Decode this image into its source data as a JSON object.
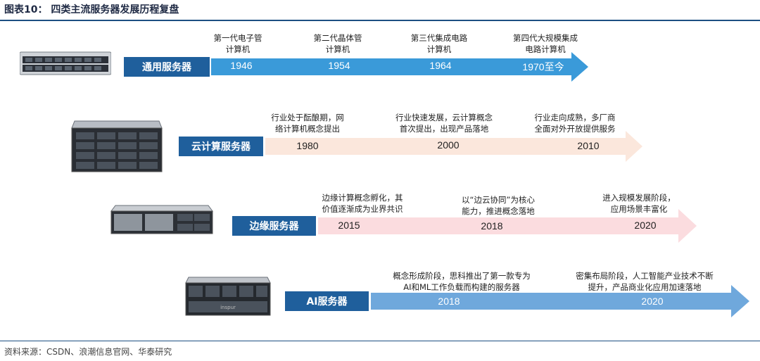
{
  "title": "图表10：  四类主流服务器发展历程复盘",
  "source": "资料来源：CSDN、浪潮信息官网、华泰研究",
  "rows": [
    {
      "label": "通用服务器",
      "events": [
        {
          "year": "1946",
          "desc_line1": "第一代电子管",
          "desc_line2": "计算机"
        },
        {
          "year": "1954",
          "desc_line1": "第二代晶体管",
          "desc_line2": "计算机"
        },
        {
          "year": "1964",
          "desc_line1": "第三代集成电路",
          "desc_line2": "计算机"
        },
        {
          "year": "1970至今",
          "desc_line1": "第四代大规模集成",
          "desc_line2": "电路计算机"
        }
      ]
    },
    {
      "label": "云计算服务器",
      "events": [
        {
          "year": "1980",
          "desc_line1": "行业处于酝酿期，网",
          "desc_line2": "络计算机概念提出"
        },
        {
          "year": "2000",
          "desc_line1": "行业快速发展，云计算概念",
          "desc_line2": "首次提出，出现产品落地"
        },
        {
          "year": "2010",
          "desc_line1": "行业走向成熟，多厂商",
          "desc_line2": "全面对外开放提供服务"
        }
      ]
    },
    {
      "label": "边缘服务器",
      "events": [
        {
          "year": "2015",
          "desc_line1": "边缘计算概念孵化，其",
          "desc_line2": "价值逐渐成为业界共识"
        },
        {
          "year": "2018",
          "desc_line1": "以“边云协同”为核心",
          "desc_line2": "能力，推进概念落地"
        },
        {
          "year": "2020",
          "desc_line1": "进入规模发展阶段，",
          "desc_line2": "应用场景丰富化"
        }
      ]
    },
    {
      "label": "AI服务器",
      "events": [
        {
          "year": "2018",
          "desc_line1": "概念形成阶段，思科推出了第一款专为",
          "desc_line2": "AI和ML工作负载而构建的服务器"
        },
        {
          "year": "2020",
          "desc_line1": "密集布局阶段，人工智能产业技术不断",
          "desc_line2": "提升，产品商业化应用加速落地"
        }
      ]
    }
  ],
  "colors": {
    "label_bg": "#1f5f9c",
    "arrow_row1": "#3a9ad9",
    "arrow_row2": "#fbe7dc",
    "arrow_row3": "#fbdcdf",
    "arrow_row4": "#6fa8dc",
    "rule": "#1d4f82"
  }
}
